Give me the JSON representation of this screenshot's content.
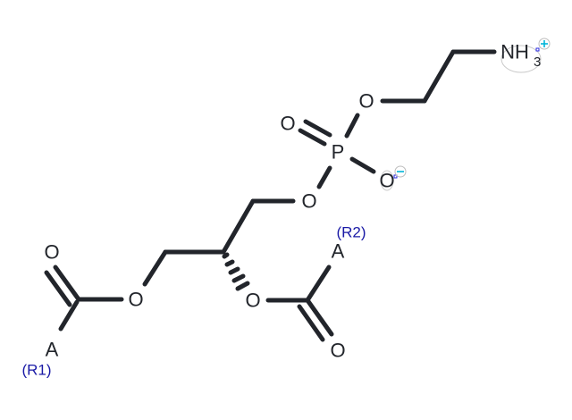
{
  "molecule": {
    "description": "Phosphatidylethanolamine skeleton with generic acyl groups",
    "atoms": {
      "amine": "NH",
      "amine_subscript": "3",
      "amine_charge": "+",
      "phosphorus": "P",
      "oxygen": "O",
      "phosphate_oxide_charge": "-",
      "acyl_group": "A"
    },
    "labels": {
      "r1": "(R1)",
      "r2": "(R2)"
    },
    "colors": {
      "bond": "#22252b",
      "rgroup_label": "#1a1aa6",
      "charge_marker": "#00b4d8"
    }
  }
}
